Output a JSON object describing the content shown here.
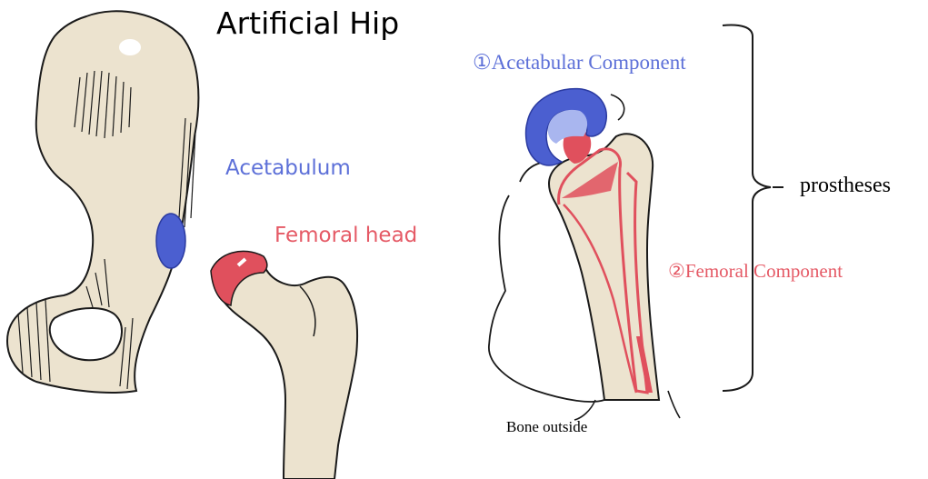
{
  "title": "Artificial Hip",
  "labels": {
    "acetabulum": "Acetabulum",
    "femoral_head": "Femoral head",
    "acetabular_component": "①Acetabular Component",
    "femoral_component": "②Femoral Component",
    "prostheses": "prostheses",
    "bone_outside": "Bone outside"
  },
  "colors": {
    "bone": "#ece3cf",
    "blue": "#4b5fd0",
    "light_blue": "#a9b6ef",
    "red": "#e0505d",
    "pink_label": "#e55a66",
    "blue_label": "#5d70d8",
    "outline": "#1a1a1a"
  }
}
